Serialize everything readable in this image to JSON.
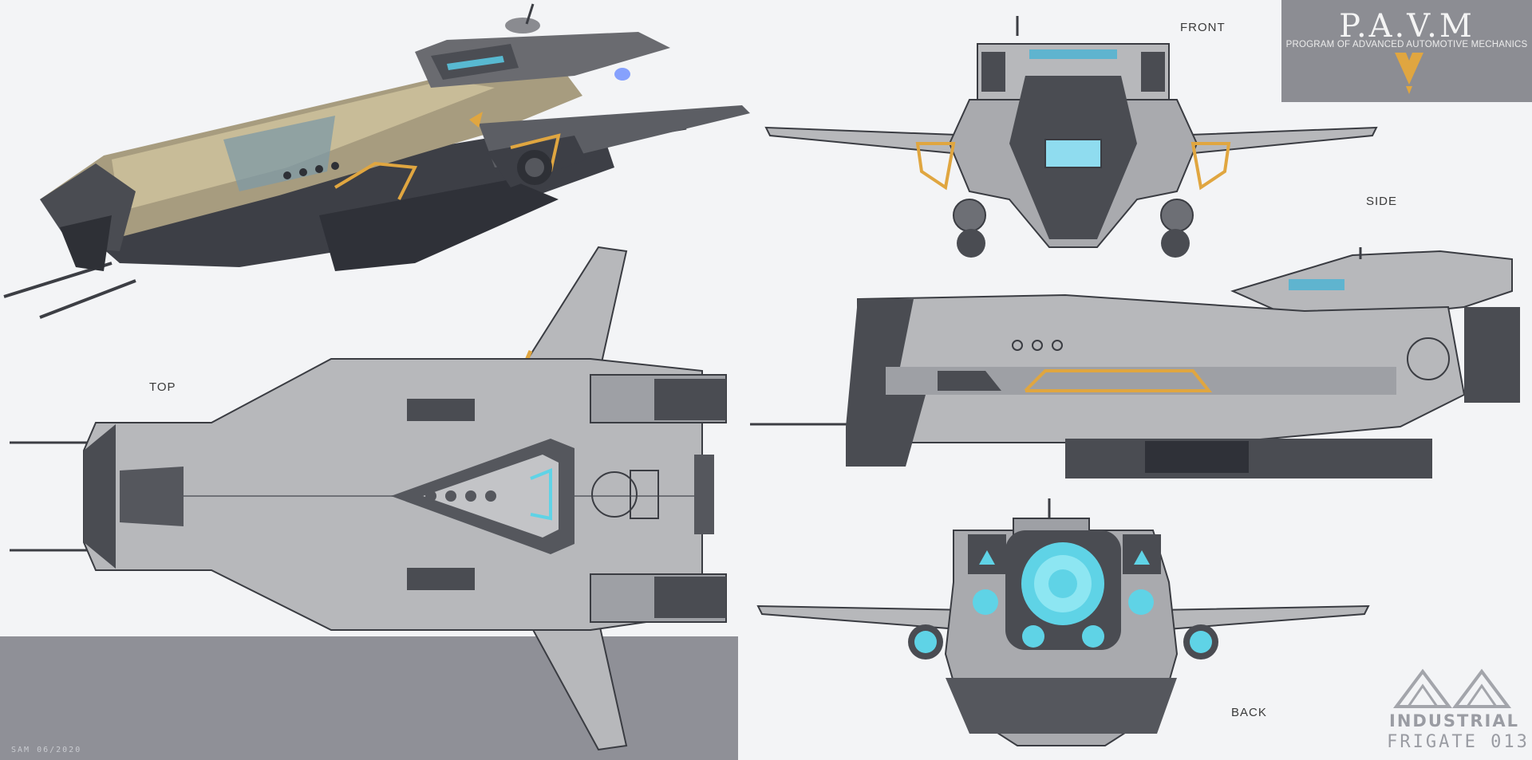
{
  "views": {
    "front_label": "FRONT",
    "side_label": "SIDE",
    "top_label": "TOP",
    "back_label": "BACK"
  },
  "logo": {
    "title": "P.A.V.M",
    "subtitle": "PROGRAM OF ADVANCED AUTOMOTIVE MECHANICS"
  },
  "badge": {
    "line1": "INDUSTRIAL",
    "line2": "FRIGATE 013"
  },
  "signature": "SAM 06/2020",
  "colors": {
    "hull_light": "#b7b8bb",
    "hull_dark": "#4a4c52",
    "accent_orange": "#e0a640",
    "engine_glow": "#5fd3e6",
    "background": "#f3f4f6",
    "panel_grey": "#8f9097"
  },
  "icons": {
    "logo_chevron": "chevron-down-icon",
    "badge_triangles": "triangle-pair-icon"
  }
}
